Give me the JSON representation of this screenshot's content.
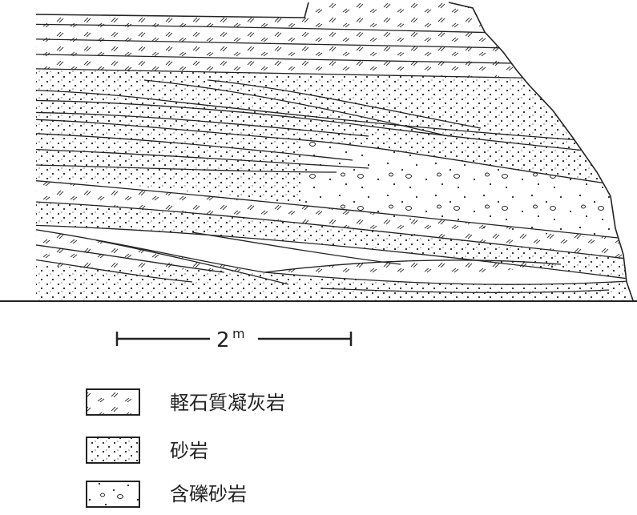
{
  "scale_bar": {
    "label": "2",
    "unit": "m"
  },
  "legend": [
    {
      "id": "pumice-tuff",
      "label": "軽石質凝灰岩",
      "pattern": "tuff"
    },
    {
      "id": "sandstone",
      "label": "砂岩",
      "pattern": "sand"
    },
    {
      "id": "pebbly-sandstone",
      "label": "含礫砂岩",
      "pattern": "pebble"
    }
  ],
  "colors": {
    "ink": "#222222",
    "paper": "#ffffff"
  }
}
